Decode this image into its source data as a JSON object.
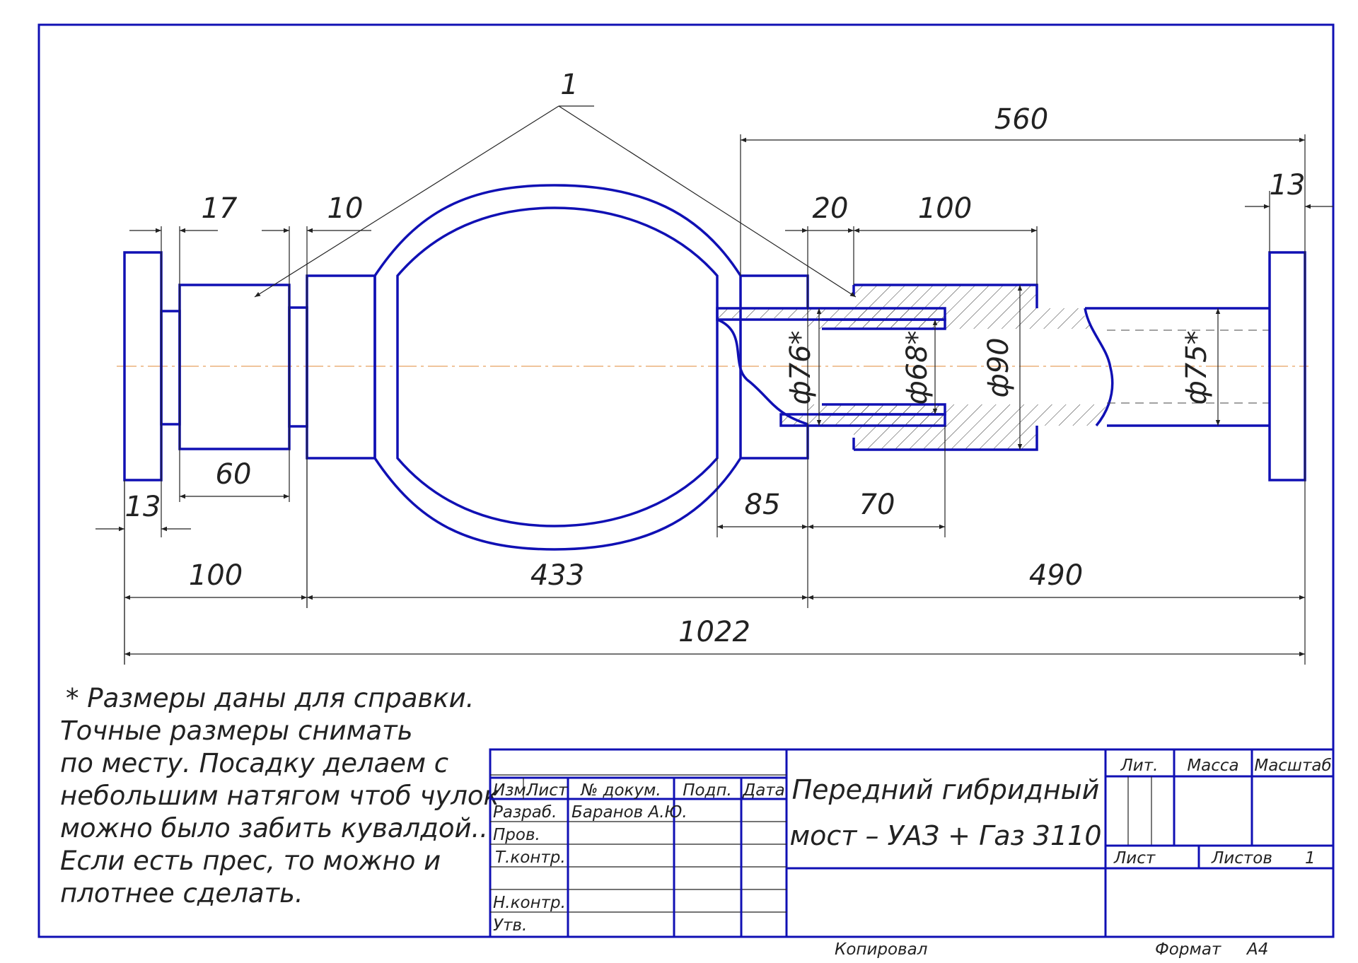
{
  "drawing": {
    "leader_label": "1",
    "dimensions": {
      "d17": "17",
      "d10": "10",
      "d560": "560",
      "d13_right": "13",
      "d20": "20",
      "d100_top": "100",
      "d60": "60",
      "d13_left": "13",
      "d85": "85",
      "d70": "70",
      "d100_bottom": "100",
      "d433": "433",
      "d490": "490",
      "d1022": "1022",
      "dia76": "ф76*",
      "dia68": "ф68*",
      "dia90": "ф90",
      "dia75": "ф75*"
    },
    "notes": [
      "* Размеры даны для справки.",
      "Точные размеры снимать",
      "по месту.  Посадку делаем с",
      "небольшим натягом чтоб чулок",
      "можно было забить кувалдой..",
      "Если есть прес, то можно и",
      "плотнее сделать."
    ]
  },
  "title_block": {
    "col_izm": "Изм.",
    "col_list": "Лист",
    "col_ndoc": "№ докум.",
    "col_podp": "Подп.",
    "col_data": "Дата",
    "row_razrab": "Разраб.",
    "developer": "Баранов А.Ю.",
    "row_prov": "Пров.",
    "row_tkontr": "Т.контр.",
    "row_nkontr": "Н.контр.",
    "row_utv": "Утв.",
    "title_line1": "Передний гибридный",
    "title_line2": "мост – УАЗ + Газ 3110",
    "lit": "Лит.",
    "massa": "Масса",
    "masshtab": "Масштаб",
    "list": "Лист",
    "listov": "Листов",
    "listov_value": "1"
  },
  "footer": {
    "kopiroval": "Копировал",
    "format_label": "Формат",
    "format_value": "А4"
  }
}
